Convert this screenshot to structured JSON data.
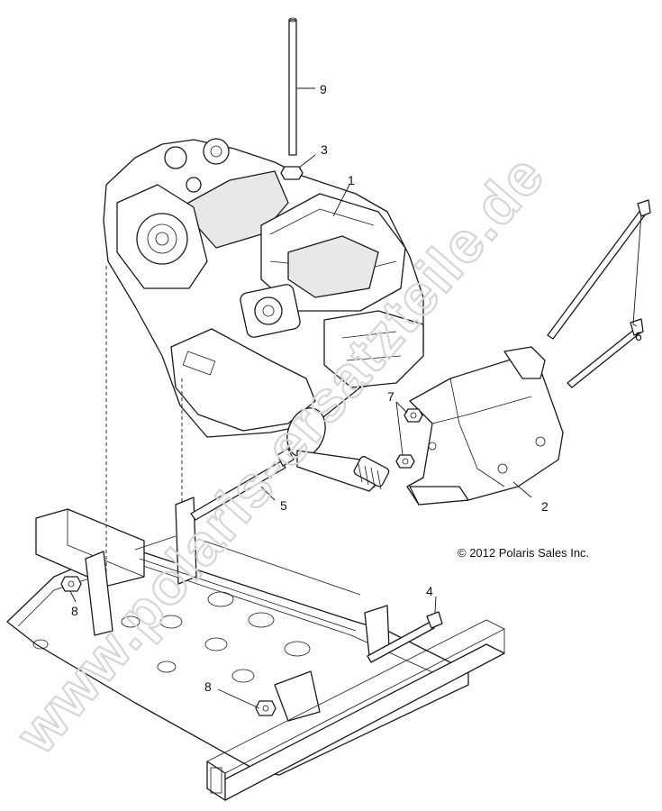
{
  "watermark": "www.polaris-ersatzteile.de",
  "copyright": "© 2012 Polaris Sales Inc.",
  "callouts": {
    "c1": "1",
    "c2": "2",
    "c3": "3",
    "c4": "4",
    "c5": "5",
    "c6": "6",
    "c7": "7",
    "c8a": "8",
    "c8b": "8",
    "c9": "9"
  }
}
